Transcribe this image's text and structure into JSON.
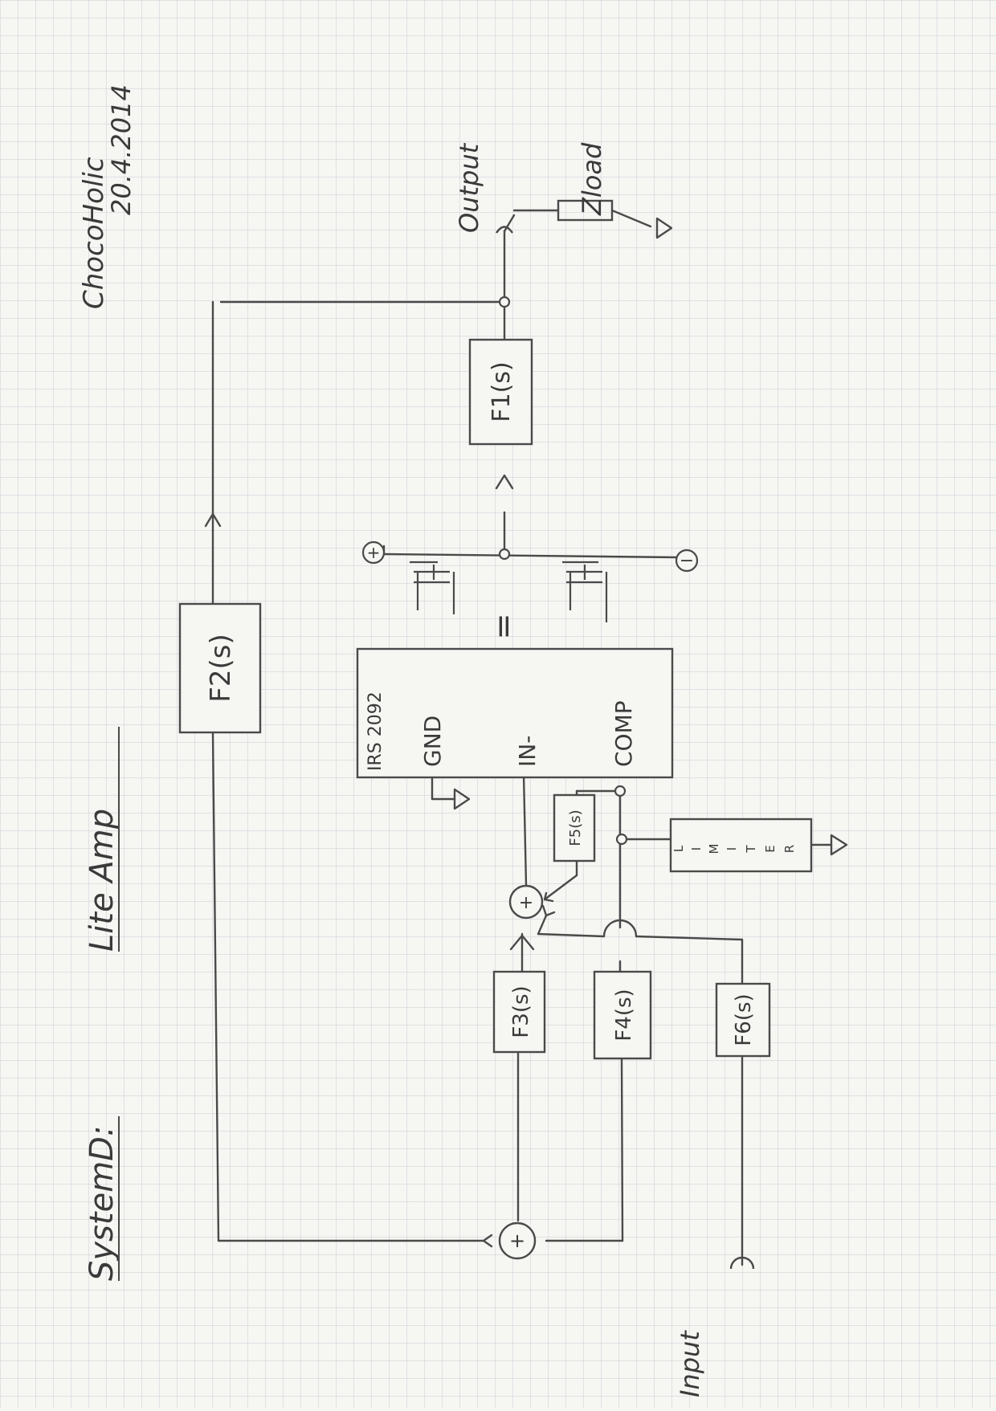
{
  "title": {
    "label": "SystemD:",
    "name": "Lite Amp"
  },
  "author": {
    "name": "ChocoHolic",
    "date": "20.4.2014"
  },
  "colors": {
    "paper": "#f6f6f3",
    "grid": "#c9ccd4",
    "ink": "#4a4a4a"
  },
  "blocks": {
    "f1": "F1(s)",
    "f2": "F2(s)",
    "f3": "F3(s)",
    "f4": "F4(s)",
    "f5": "F5(s)",
    "f6": "F6(s)"
  },
  "ic": {
    "part": "IRS 2092",
    "gnd": "GND",
    "in": "IN-",
    "comp": "COMP"
  },
  "limiter": {
    "letters": [
      "L",
      "I",
      "M",
      "I",
      "T",
      "E",
      "R"
    ]
  },
  "labels": {
    "output": "Output",
    "input": "Input",
    "load": "Zload",
    "sum_sign": "+",
    "pos_rail": "+",
    "neg_rail": "−",
    "equals": "="
  }
}
